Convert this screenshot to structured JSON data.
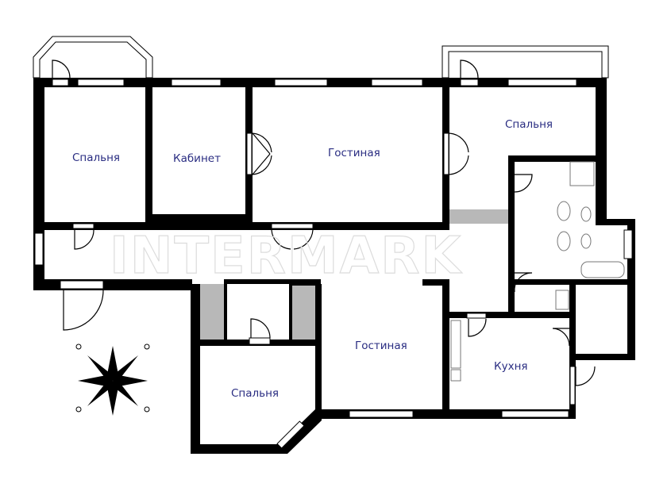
{
  "watermark": "INTERMARK",
  "rooms": {
    "bedroom_nw": "Спальня",
    "study": "Кабинет",
    "living_north": "Гостиная",
    "bedroom_ne": "Спальня",
    "living_south": "Гостиная",
    "kitchen": "Кухня",
    "bedroom_sw": "Спальня"
  },
  "icons": {
    "compass": "compass-rose-icon"
  },
  "colors": {
    "walls": "#000000",
    "labels": "#2a2d82",
    "shafts": "#b8b8b8"
  }
}
